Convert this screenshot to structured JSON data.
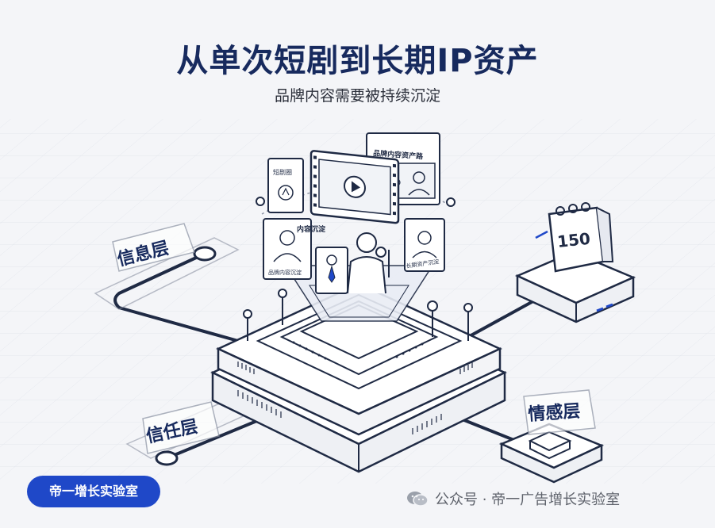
{
  "header": {
    "title": "从单次短剧到长期IP资产",
    "subtitle": "品牌内容需要被持续沉淀"
  },
  "diagram": {
    "layers": {
      "info": "信息层",
      "trust": "信任层",
      "emotion": "情感层"
    },
    "cards": {
      "asset_path": "品牌内容资产路",
      "small_tag": "短剧圈",
      "content_tag": "内容沉淀",
      "left_caption": "品牌内容沉淀",
      "right_caption": "长期资产沉淀"
    },
    "calendar_number": "150"
  },
  "badge": "帝一增长实验室",
  "footer": "公众号 · 帝一广告增长实验室",
  "colors": {
    "navy": "#172a5e",
    "accent": "#1f48c8",
    "line": "#1f2a44"
  }
}
